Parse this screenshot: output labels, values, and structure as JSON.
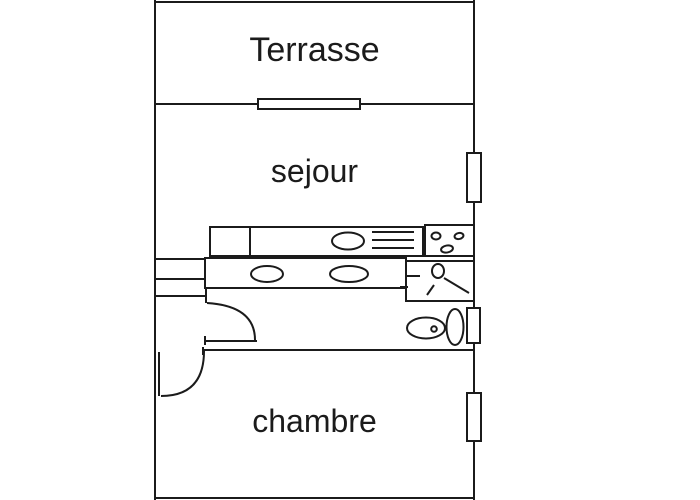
{
  "plan": {
    "type": "apartment-floor-plan",
    "rooms": [
      {
        "id": "terrasse",
        "label": "Terrasse"
      },
      {
        "id": "sejour",
        "label": "sejour"
      },
      {
        "id": "chambre",
        "label": "chambre"
      }
    ],
    "fixtures": [
      "terrace-door-icon",
      "window-icon",
      "kitchen-counter-icon",
      "kitchen-sink-icon",
      "drainer-lines-icon",
      "hob-burners-icon",
      "island-basins-icon",
      "shower-head-icon",
      "toilet-icon",
      "door-swing-icon"
    ],
    "colors": {
      "line": "#1b1b1b",
      "background": "#ffffff"
    }
  }
}
